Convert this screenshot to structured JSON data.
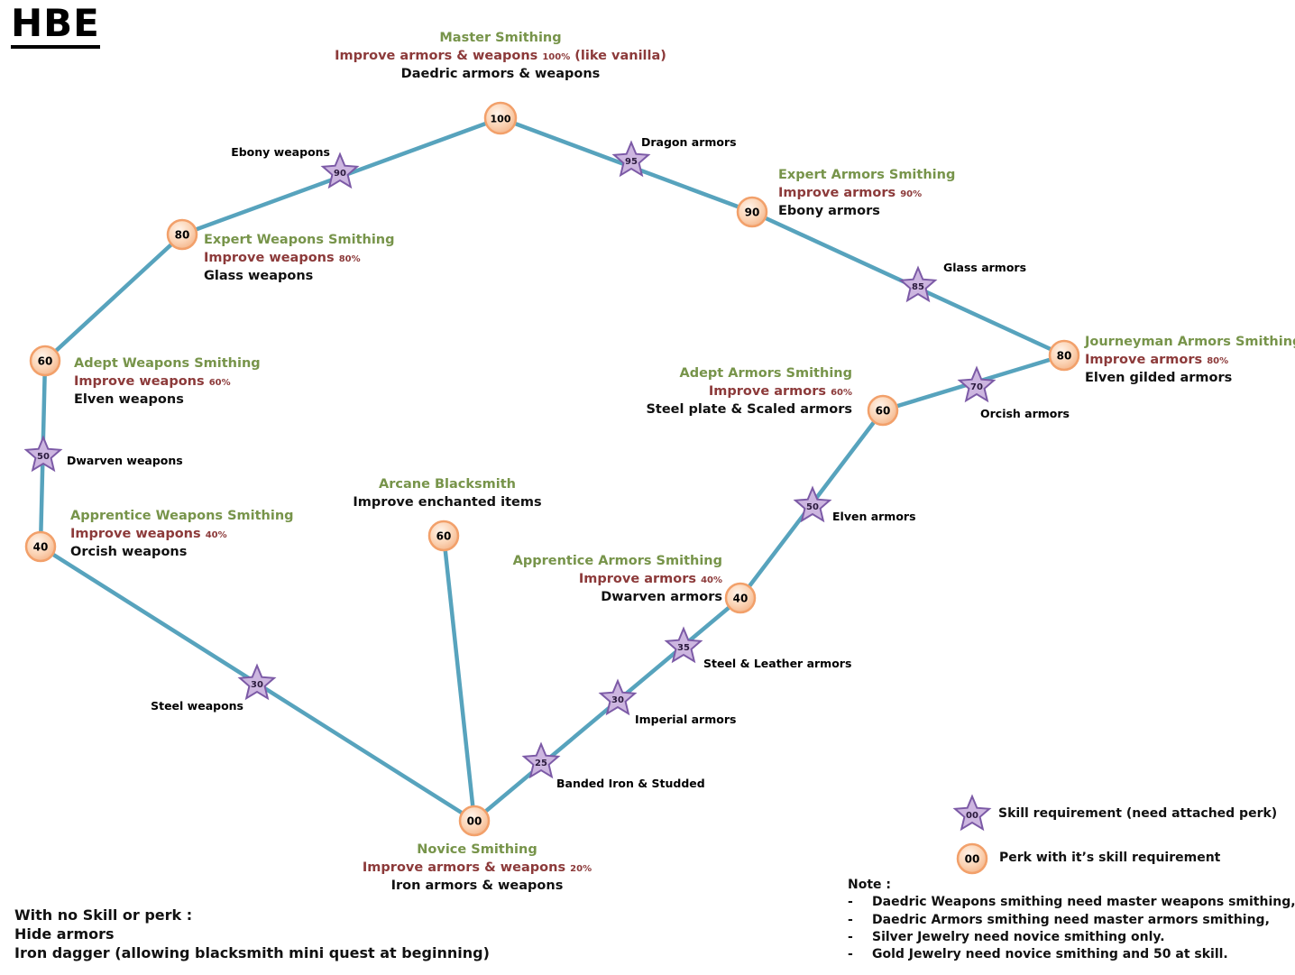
{
  "title": "HBE",
  "colors": {
    "edge": "#57a3bd",
    "perk_fill": "#fbd3b4",
    "perk_stroke": "#f2a06a",
    "star_fill": "#cdb6e0",
    "star_stroke": "#7c5aa6",
    "perk_name": "#77944a",
    "perk_improve": "#8c3a3a"
  },
  "perks": {
    "novice": {
      "value": "00",
      "name": "Novice Smithing",
      "improve_text": "Improve armors & weapons",
      "improve_pct": "20%",
      "unlocks": "Iron armors & weapons"
    },
    "arcane": {
      "value": "60",
      "name": "Arcane Blacksmith",
      "unlocks": "Improve enchanted items"
    },
    "apprentice_weapons": {
      "value": "40",
      "name": "Apprentice Weapons Smithing",
      "improve_text": "Improve weapons",
      "improve_pct": "40%",
      "unlocks": "Orcish weapons"
    },
    "adept_weapons": {
      "value": "60",
      "name": "Adept Weapons Smithing",
      "improve_text": "Improve weapons",
      "improve_pct": "60%",
      "unlocks": "Elven weapons"
    },
    "expert_weapons": {
      "value": "80",
      "name": "Expert Weapons Smithing",
      "improve_text": "Improve weapons",
      "improve_pct": "80%",
      "unlocks": "Glass weapons"
    },
    "master": {
      "value": "100",
      "name": "Master Smithing",
      "improve_text": "Improve armors & weapons",
      "improve_pct": "100%",
      "improve_suffix": "(like vanilla)",
      "unlocks": "Daedric armors & weapons"
    },
    "expert_armors": {
      "value": "90",
      "name": "Expert Armors Smithing",
      "improve_text": "Improve armors",
      "improve_pct": "90%",
      "unlocks": "Ebony armors"
    },
    "journeyman_armors": {
      "value": "80",
      "name": "Journeyman Armors Smithing",
      "improve_text": "Improve armors",
      "improve_pct": "80%",
      "unlocks": "Elven gilded armors"
    },
    "adept_armors": {
      "value": "60",
      "name": "Adept Armors Smithing",
      "improve_text": "Improve armors",
      "improve_pct": "60%",
      "unlocks": "Steel plate & Scaled armors"
    },
    "apprentice_armors": {
      "value": "40",
      "name": "Apprentice Armors Smithing",
      "improve_text": "Improve armors",
      "improve_pct": "40%",
      "unlocks": "Dwarven armors"
    }
  },
  "stars": {
    "steel_weapons": {
      "value": "30",
      "label": "Steel weapons"
    },
    "dwarven_weapons": {
      "value": "50",
      "label": "Dwarven weapons"
    },
    "ebony_weapons": {
      "value": "90",
      "label": "Ebony weapons"
    },
    "dragon_armors": {
      "value": "95",
      "label": "Dragon armors"
    },
    "glass_armors": {
      "value": "85",
      "label": "Glass armors"
    },
    "orcish_armors": {
      "value": "70",
      "label": "Orcish armors"
    },
    "elven_armors": {
      "value": "50",
      "label": "Elven armors"
    },
    "steel_leather": {
      "value": "35",
      "label": "Steel & Leather armors"
    },
    "imperial_armors": {
      "value": "30",
      "label": "Imperial armors"
    },
    "banded_iron": {
      "value": "25",
      "label": "Banded Iron & Studded"
    }
  },
  "legend": {
    "star_value": "00",
    "star_text": "Skill requirement (need attached perk)",
    "perk_value": "00",
    "perk_text": "Perk with it’s skill requirement"
  },
  "no_skill": {
    "heading": "With no Skill or perk :",
    "items": [
      "Hide armors",
      "Iron dagger (allowing blacksmith mini quest at beginning)"
    ]
  },
  "notes": {
    "heading": "Note :",
    "items": [
      "Daedric Weapons smithing need master weapons smithing,",
      "Daedric Armors smithing need master armors smithing,",
      "Silver Jewelry need novice smithing only.",
      "Gold Jewelry need novice smithing and 50 at skill."
    ]
  }
}
